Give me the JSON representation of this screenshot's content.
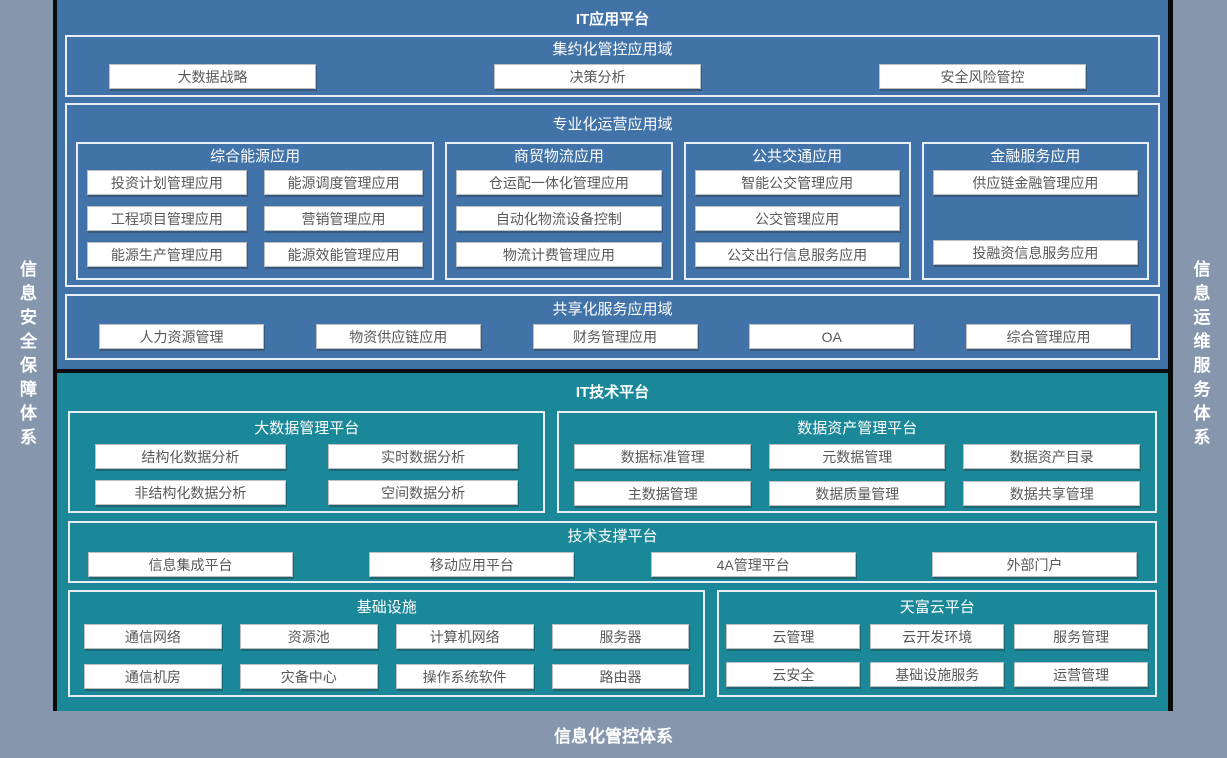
{
  "frame": {
    "left_bar": "信息安全保障体系",
    "right_bar": "信息运维服务体系",
    "bottom_bar": "信息化管控体系"
  },
  "app_platform": {
    "title": "IT应用平台",
    "intensive": {
      "title": "集约化管控应用域",
      "items": [
        "大数据战略",
        "决策分析",
        "安全风险管控"
      ]
    },
    "specialized": {
      "title": "专业化运营应用域",
      "groups": [
        {
          "title": "综合能源应用",
          "items": [
            "投资计划管理应用",
            "能源调度管理应用",
            "工程项目管理应用",
            "营销管理应用",
            "能源生产管理应用",
            "能源效能管理应用"
          ]
        },
        {
          "title": "商贸物流应用",
          "items": [
            "仓运配一体化管理应用",
            "自动化物流设备控制",
            "物流计费管理应用"
          ]
        },
        {
          "title": "公共交通应用",
          "items": [
            "智能公交管理应用",
            "公交管理应用",
            "公交出行信息服务应用"
          ]
        },
        {
          "title": "金融服务应用",
          "items": [
            "供应链金融管理应用",
            "投融资信息服务应用"
          ]
        }
      ]
    },
    "shared": {
      "title": "共享化服务应用域",
      "items": [
        "人力资源管理",
        "物资供应链应用",
        "财务管理应用",
        "OA",
        "综合管理应用"
      ]
    }
  },
  "tech_platform": {
    "title": "IT技术平台",
    "bigdata": {
      "title": "大数据管理平台",
      "items": [
        "结构化数据分析",
        "实时数据分析",
        "非结构化数据分析",
        "空间数据分析"
      ]
    },
    "data_asset": {
      "title": "数据资产管理平台",
      "items": [
        "数据标准管理",
        "元数据管理",
        "数据资产目录",
        "主数据管理",
        "数据质量管理",
        "数据共享管理"
      ]
    },
    "tech_support": {
      "title": "技术支撑平台",
      "items": [
        "信息集成平台",
        "移动应用平台",
        "4A管理平台",
        "外部门户"
      ]
    },
    "infrastructure": {
      "title": "基础设施",
      "items": [
        "通信网络",
        "资源池",
        "计算机网络",
        "服务器",
        "通信机房",
        "灾备中心",
        "操作系统软件",
        "路由器"
      ]
    },
    "cloud": {
      "title": "天富云平台",
      "items": [
        "云管理",
        "云开发环境",
        "服务管理",
        "云安全",
        "基础设施服务",
        "运营管理"
      ]
    }
  },
  "colors": {
    "app_platform_bg": "#4173a8",
    "tech_platform_bg": "#1a8899",
    "frame_bar_bg": "#8596ad",
    "box_border": "#e9eef5",
    "button_bg": "#ffffff",
    "button_text": "#585858"
  }
}
